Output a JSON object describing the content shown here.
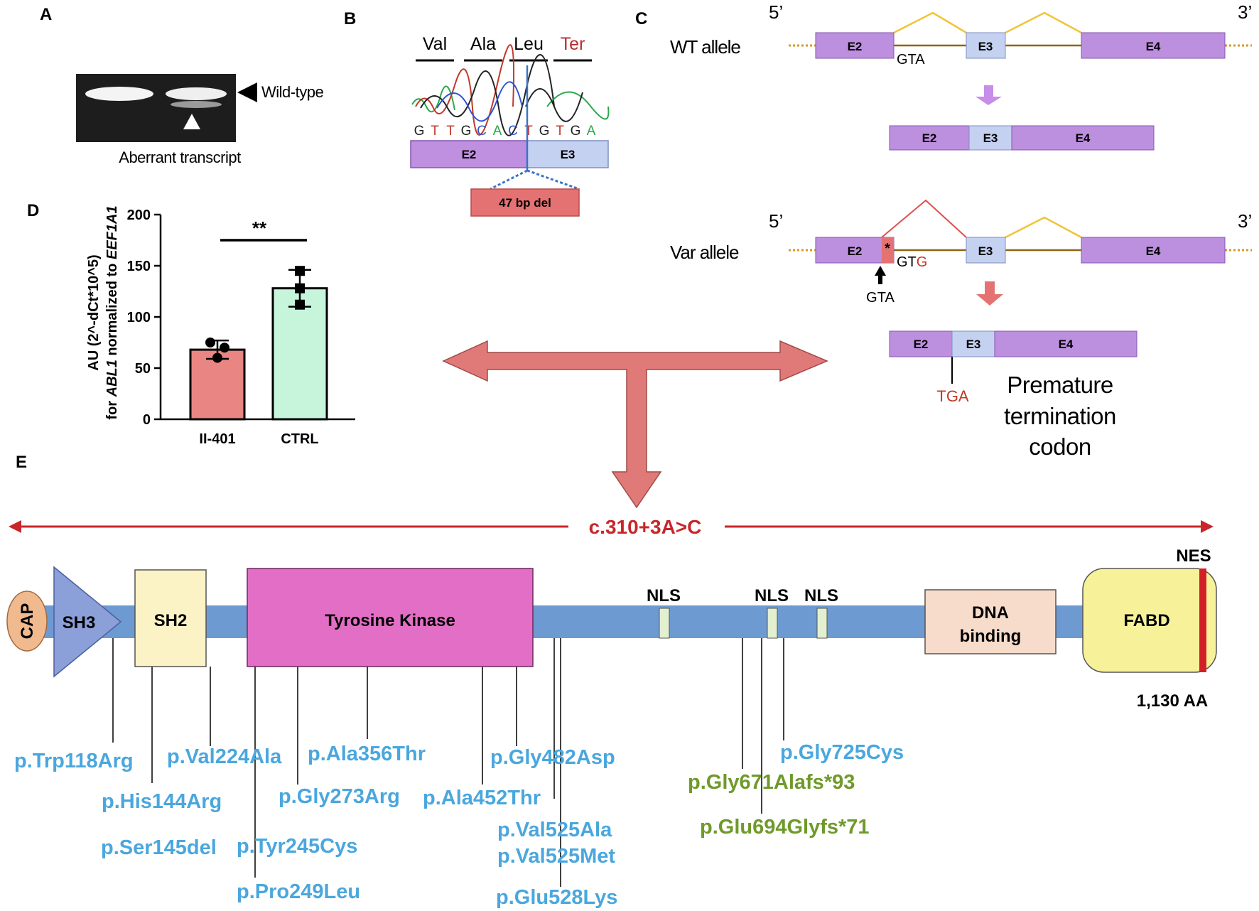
{
  "panels": {
    "a": "A",
    "b": "B",
    "c": "C",
    "d": "D",
    "e": "E"
  },
  "panel_a": {
    "wild_type": "Wild-type",
    "aberrant": "Aberrant transcript"
  },
  "panel_b": {
    "codons": [
      "Val",
      "Ala",
      "Leu",
      "Ter"
    ],
    "bases": [
      "G",
      "T",
      "T",
      "G",
      "C",
      "A",
      "C",
      "T",
      "G",
      "T",
      "G",
      "A"
    ],
    "base_colors": {
      "A": "#2aa84a",
      "C": "#2f55d4",
      "G": "#222222",
      "T": "#c0392b"
    },
    "exon_left": "E2",
    "exon_right": "E3",
    "deletion": "47 bp del"
  },
  "panel_c": {
    "five_prime": "5’",
    "three_prime": "3’",
    "wt_label": "WT allele",
    "var_label": "Var allele",
    "e2": "E2",
    "e3": "E3",
    "e4": "E4",
    "gta": "GTA",
    "gtg_prefix": "GT",
    "gtg_suffix": "G",
    "asterisk": "*",
    "tga": "TGA",
    "ptc_line1": "Premature",
    "ptc_line2": "termination",
    "ptc_line3": "codon"
  },
  "chart_data": {
    "type": "bar",
    "categories": [
      "II-401",
      "CTRL"
    ],
    "values": [
      68,
      128
    ],
    "errors": [
      9,
      18
    ],
    "points": [
      [
        75,
        70,
        60
      ],
      [
        145,
        128,
        112
      ]
    ],
    "colors": [
      "#e98683",
      "#c6f5dc"
    ],
    "ylabel_line1": "AU (2^-dCt*10^5)",
    "ylabel_line2_pre": "for ",
    "ylabel_line2_gene1": "ABL1",
    "ylabel_line2_mid": " normalized to ",
    "ylabel_line2_gene2": "EEF1A1",
    "ylim": [
      0,
      200
    ],
    "yticks": [
      0,
      50,
      100,
      150,
      200
    ],
    "significance": "**"
  },
  "panel_e": {
    "variant": "c.310+3A>C",
    "domains": {
      "cap": "CAP",
      "sh3": "SH3",
      "sh2": "SH2",
      "kinase": "Tyrosine Kinase",
      "nls": "NLS",
      "dna_line1": "DNA",
      "dna_line2": "binding",
      "fabd": "FABD",
      "nes": "NES"
    },
    "length": "1,130 AA",
    "mutations_blue": [
      "p.Trp118Arg",
      "p.His144Arg",
      "p.Ser145del",
      "p.Val224Ala",
      "p.Tyr245Cys",
      "p.Pro249Leu",
      "p.Ala356Thr",
      "p.Gly273Arg",
      "p.Ala452Thr",
      "p.Gly482Asp",
      "p.Val525Ala",
      "p.Val525Met",
      "p.Glu528Lys",
      "p.Gly725Cys"
    ],
    "mutations_green": [
      "p.Gly671Alafs*93",
      "p.Glu694Glyfs*71"
    ]
  }
}
